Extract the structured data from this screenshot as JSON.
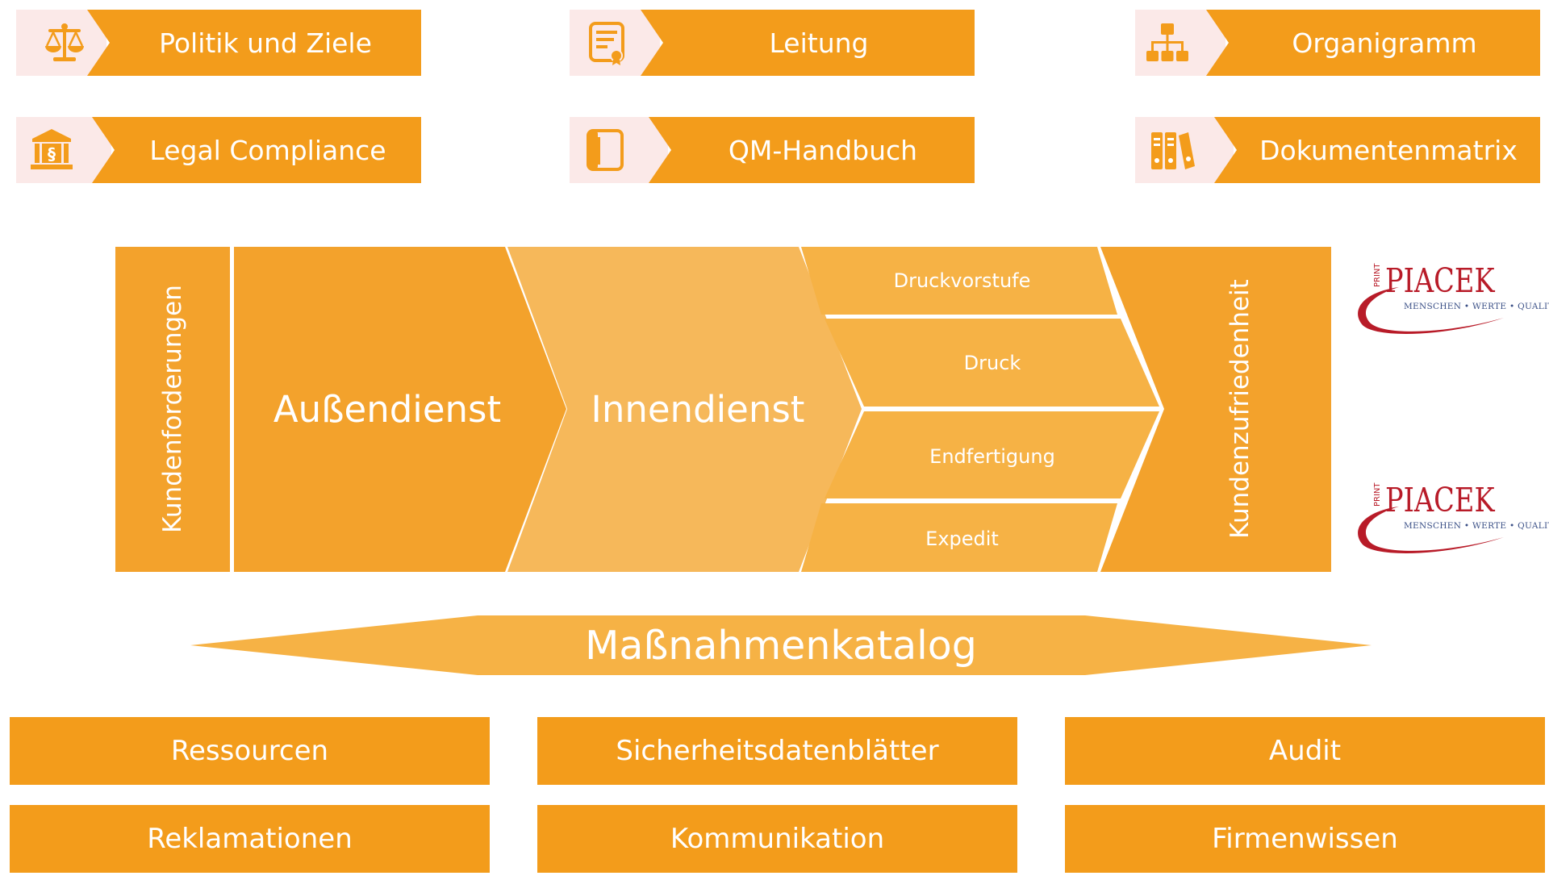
{
  "top_nav": [
    {
      "label": "Politik und Ziele",
      "icon": "scales-icon"
    },
    {
      "label": "Leitung",
      "icon": "certificate-icon"
    },
    {
      "label": "Organigramm",
      "icon": "org-chart-icon"
    },
    {
      "label": "Legal Compliance",
      "icon": "courthouse-paragraph-icon"
    },
    {
      "label": "QM-Handbuch",
      "icon": "book-icon"
    },
    {
      "label": "Dokumentenmatrix",
      "icon": "binders-icon"
    }
  ],
  "process": {
    "left_label": "Kundenforderungen",
    "stages": [
      "Außendienst",
      "Innendienst"
    ],
    "sub_stages": [
      "Druckvorstufe",
      "Druck",
      "Endfertigung",
      "Expedit"
    ],
    "right_label": "Kundenzufriedenheit"
  },
  "logo": {
    "name": "PIACEK",
    "print": "PRINT",
    "tagline": "MENSCHEN • WERTE • QUALITÄT"
  },
  "katalog": {
    "label": "Maßnahmenkatalog"
  },
  "bottom_buttons": [
    "Ressourcen",
    "Sicherheitsdatenblätter",
    "Audit",
    "Reklamationen",
    "Kommunikation",
    "Firmenwissen"
  ],
  "colors": {
    "primary_orange": "#f39c1b",
    "process_orange": "#f3a22c",
    "light_orange": "#f6b85a",
    "icon_background": "#fbe9e8",
    "logo_red": "#b81b28",
    "logo_blue": "#3a4f86"
  }
}
